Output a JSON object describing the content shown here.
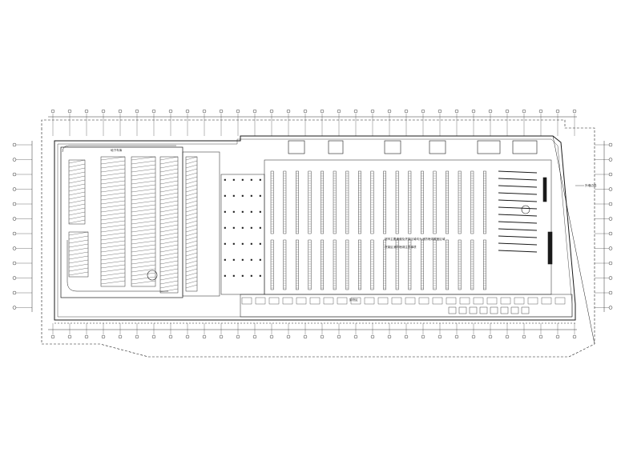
{
  "drawing": {
    "parking_label": "地下车库",
    "mid_note_1": "超市主要通道及货架区域均为消防喷淋覆盖区域",
    "mid_note_2": "货架区消防喷淋注意事项",
    "bottom_label": "卸货区",
    "right_note": "外墙边线"
  },
  "colors": {
    "line": "#1a1a1a",
    "background": "#ffffff"
  }
}
